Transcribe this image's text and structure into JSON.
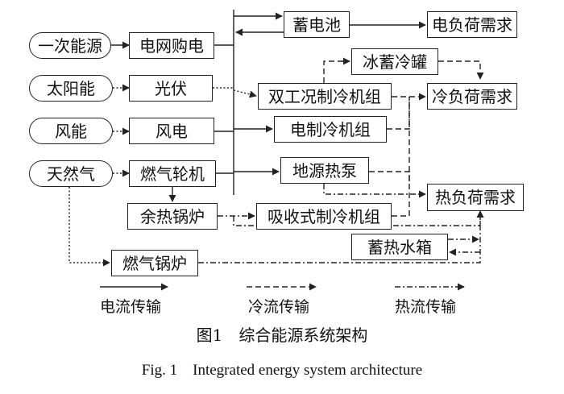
{
  "diagram": {
    "sources": {
      "primary": "一次能源",
      "solar": "太阳能",
      "wind": "风能",
      "gas": "天然气"
    },
    "converters": {
      "grid_purchase": "电网购电",
      "pv": "光伏",
      "wind_power": "风电",
      "gas_turbine": "燃气轮机",
      "waste_heat_boiler": "余热锅炉",
      "gas_boiler": "燃气锅炉"
    },
    "devices": {
      "battery": "蓄电池",
      "ice_storage": "冰蓄冷罐",
      "dual_chiller": "双工况制冷机组",
      "electric_chiller": "电制冷机组",
      "ground_heat_pump": "地源热泵",
      "absorption_chiller": "吸收式制冷机组",
      "heat_storage_tank": "蓄热水箱"
    },
    "loads": {
      "electric": "电负荷需求",
      "cooling": "冷负荷需求",
      "heat": "热负荷需求"
    },
    "legend": {
      "electric_flow": "电流传输",
      "cooling_flow": "冷流传输",
      "heat_flow": "热流传输"
    },
    "caption_cn": "图1　综合能源系统架构",
    "caption_en": "Fig. 1　Integrated energy system architecture"
  }
}
